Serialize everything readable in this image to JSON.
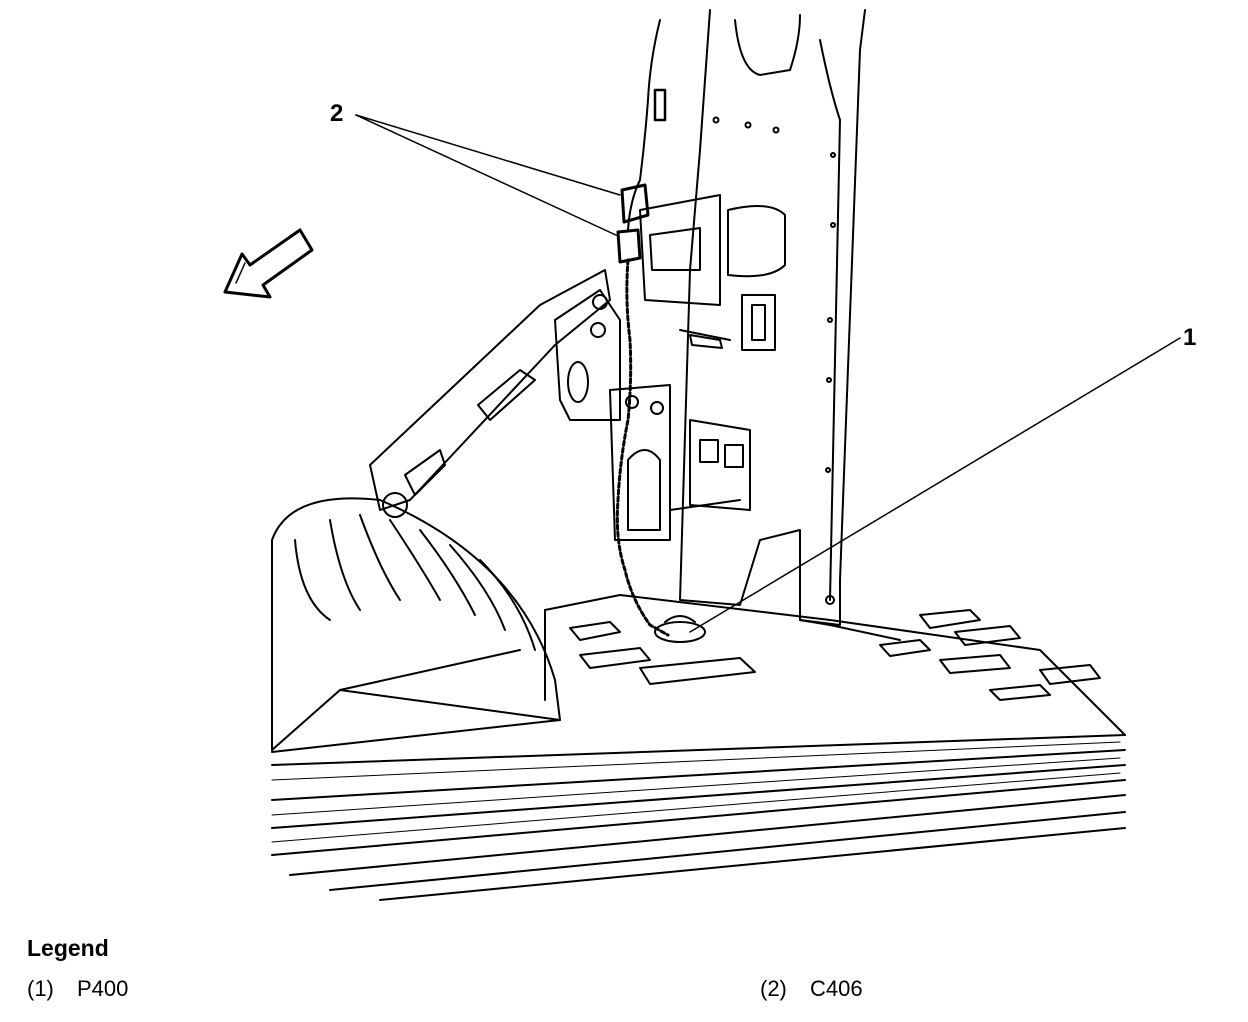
{
  "diagram": {
    "callouts": [
      {
        "id": "1",
        "label": "1"
      },
      {
        "id": "2",
        "label": "2"
      }
    ],
    "direction_indicator_icon": "front-direction-arrow-icon"
  },
  "legend": {
    "title": "Legend",
    "items": [
      {
        "number": "(1)",
        "name": "P400"
      },
      {
        "number": "(2)",
        "name": "C406"
      }
    ]
  }
}
